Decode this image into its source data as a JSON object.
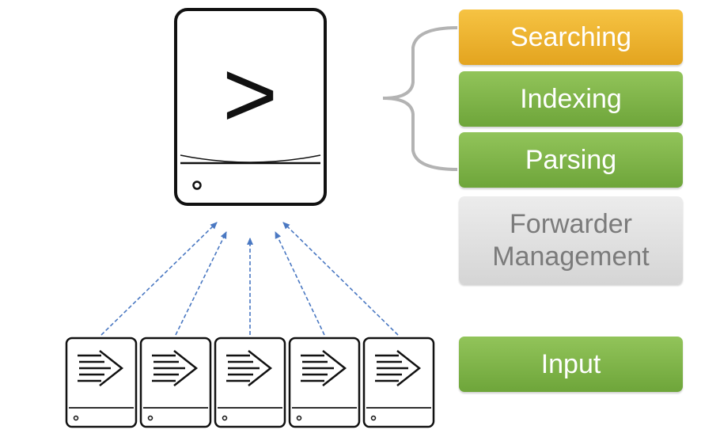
{
  "server": {
    "prompt_symbol": ">"
  },
  "tiers": {
    "searching": "Searching",
    "indexing": "Indexing",
    "parsing": "Parsing",
    "forwarder_line1": "Forwarder",
    "forwarder_line2": "Management",
    "input": "Input"
  },
  "colors": {
    "searching": "#e8aa25",
    "processing": "#7fb348",
    "forwarder": "#dedede",
    "forwarder_text": "#7b7b7b",
    "arrow": "#4a78c2",
    "outline": "#111111",
    "brace": "#b3b3b3"
  },
  "icons": {
    "server": "terminal-server-icon",
    "forwarder": "forwarder-arrow-icon"
  },
  "forwarder_count": 5
}
